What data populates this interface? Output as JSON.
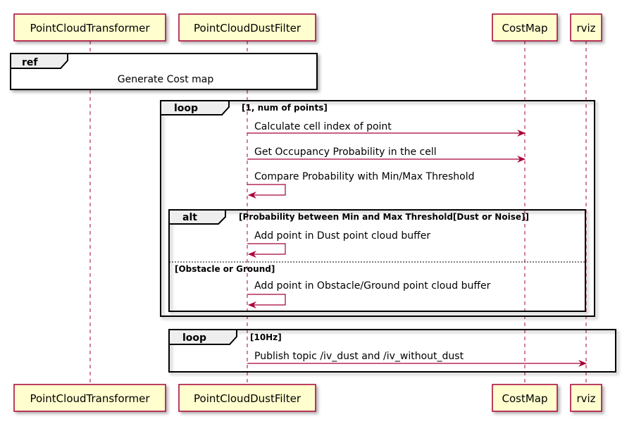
{
  "participants": [
    "PointCloudTransformer",
    "PointCloudDustFilter",
    "CostMap",
    "rviz"
  ],
  "colors": {
    "participant_fill": "#FEFECE",
    "participant_border": "#A80036",
    "message": "#A80036",
    "lifeline": "#A80036",
    "frame_border": "#000000",
    "tab_fill": "#EEEEEE"
  },
  "ref": {
    "tag": "ref",
    "text": "Generate Cost map"
  },
  "loop_points": {
    "tag": "loop",
    "guard": "[1, num of points]"
  },
  "alt": {
    "tag": "alt",
    "guard": "[Probability between Min and Max Threshold[Dust or Noise]]",
    "else_guard": "[Obstacle or Ground]"
  },
  "loop_hz": {
    "tag": "loop",
    "guard": "[10Hz]"
  },
  "messages": [
    {
      "from": "PointCloudDustFilter",
      "to": "CostMap",
      "label": "Calculate cell index of point"
    },
    {
      "from": "PointCloudDustFilter",
      "to": "CostMap",
      "label": "Get Occupancy Probability in the cell"
    },
    {
      "from": "PointCloudDustFilter",
      "to": "PointCloudDustFilter",
      "label": "Compare Probability with Min/Max Threshold"
    },
    {
      "from": "PointCloudDustFilter",
      "to": "PointCloudDustFilter",
      "label": "Add point in Dust point cloud buffer"
    },
    {
      "from": "PointCloudDustFilter",
      "to": "PointCloudDustFilter",
      "label": "Add point in Obstacle/Ground point cloud buffer"
    },
    {
      "from": "PointCloudDustFilter",
      "to": "rviz",
      "label": "Publish topic /iv_dust and /iv_without_dust"
    }
  ]
}
